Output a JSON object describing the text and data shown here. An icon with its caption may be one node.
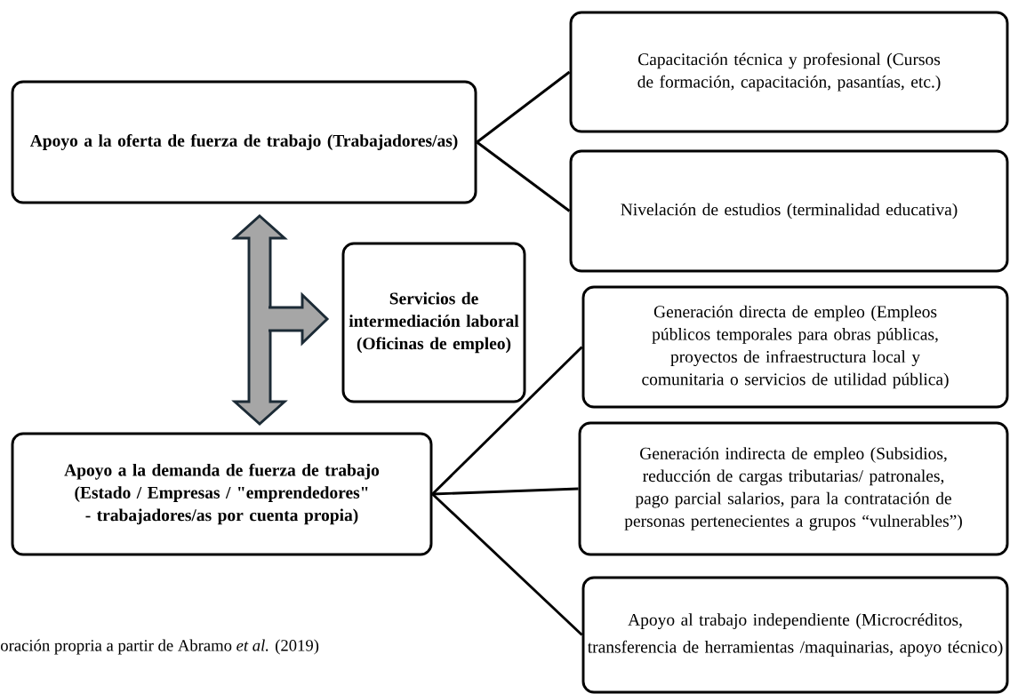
{
  "diagram": {
    "caption": "oración propria a partir de Abramo *et al.* (2019)",
    "nodes": [
      {
        "text": [
          "Apoyo a la oferta de fuerza de trabajo (Trabajadores/as)"
        ]
      },
      {
        "text": [
          "Capacitación técnica y profesional (Cursos de formación, capacitación, pasantías, etc.)"
        ]
      },
      {
        "text": [
          "Nivelación de estudios (terminalidad educativa)"
        ]
      },
      {
        "text": [
          "Servicios de intermediación laboral (Oficinas de empleo)"
        ]
      },
      {
        "text": [
          "Apoyo a la demanda de fuerza de trabajo (Estado / Empresas / \"emprendedores\" - trabajadores/as por cuenta propia)"
        ]
      },
      {
        "text": [
          "Generación directa de empleo (Empleos públicos temporales para obras públicas, proyectos de infraestructura local y comunitaria o servicios de utilidad pública)"
        ]
      },
      {
        "text": [
          "Generación indirecta de empleo (Subsidios, reducción de cargas tributarias/ patronales, pago parcial salarios, para la contratación de personas pertenecientes a grupos “vulnerables”)"
        ]
      },
      {
        "text": [
          "Apoyo al trabajo independiente (Microcréditos,",
          "transferencia de herramientas /maquinarias, apoyo técnico)"
        ]
      }
    ],
    "edges": [
      {
        "from": 0,
        "to": 1,
        "arrow": "none"
      },
      {
        "from": 0,
        "to": 2,
        "arrow": "none"
      },
      {
        "from": 4,
        "to": 5,
        "arrow": "none"
      },
      {
        "from": 4,
        "to": 6,
        "arrow": "none"
      },
      {
        "from": 4,
        "to": 7,
        "arrow": "none"
      },
      {
        "from": 0,
        "to": 4,
        "arrow": "both",
        "style": "thick",
        "color": "#a6a6a6"
      },
      {
        "from": null,
        "to": 3,
        "arrow": "to",
        "style": "thick",
        "color": "#a6a6a6"
      }
    ]
  }
}
